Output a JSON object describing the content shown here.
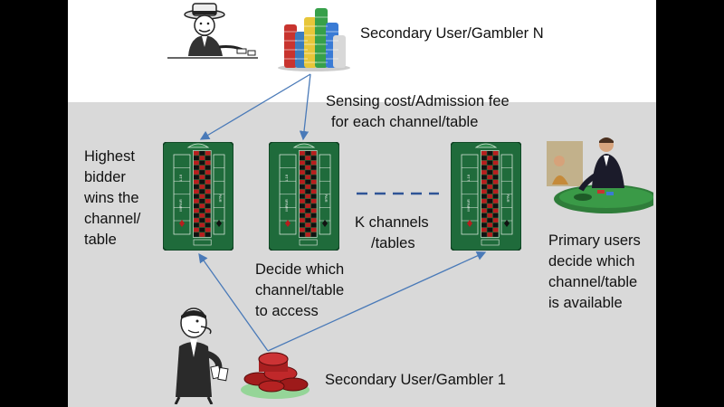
{
  "labels": {
    "gambler_n": "Secondary User/Gambler N",
    "sensing_cost_line1": "Sensing cost/Admission fee",
    "sensing_cost_line2": "for each channel/table",
    "highest_bidder_1": "Highest",
    "highest_bidder_2": "bidder",
    "highest_bidder_3": "wins the",
    "highest_bidder_4": "channel/",
    "highest_bidder_5": "table",
    "k_channels_1": "K channels",
    "k_channels_2": "/tables",
    "decide_1": "Decide which",
    "decide_2": "channel/table",
    "decide_3": "to access",
    "primary_1": "Primary users",
    "primary_2": "decide which",
    "primary_3": "channel/table",
    "primary_4": "is available",
    "gambler_1": "Secondary User/Gambler 1"
  },
  "table_labels": {
    "left": "1-18",
    "mid": "IMPAIR",
    "right": "PAIR"
  },
  "colors": {
    "felt": "#1f6b3b",
    "slide_bg": "#d9d9d9",
    "arrow": "#4a7ab8",
    "dash": "#2f5496",
    "number_red": "#b81e1e",
    "number_black": "#111111"
  },
  "icons": {
    "gambler_n": "top-hat-gambler-illustration",
    "chips": "chip-stack-illustration",
    "croupier": "croupier-photo",
    "gambler_1": "gambler-with-cards-illustration",
    "red_chips": "red-chip-pile-illustration"
  }
}
